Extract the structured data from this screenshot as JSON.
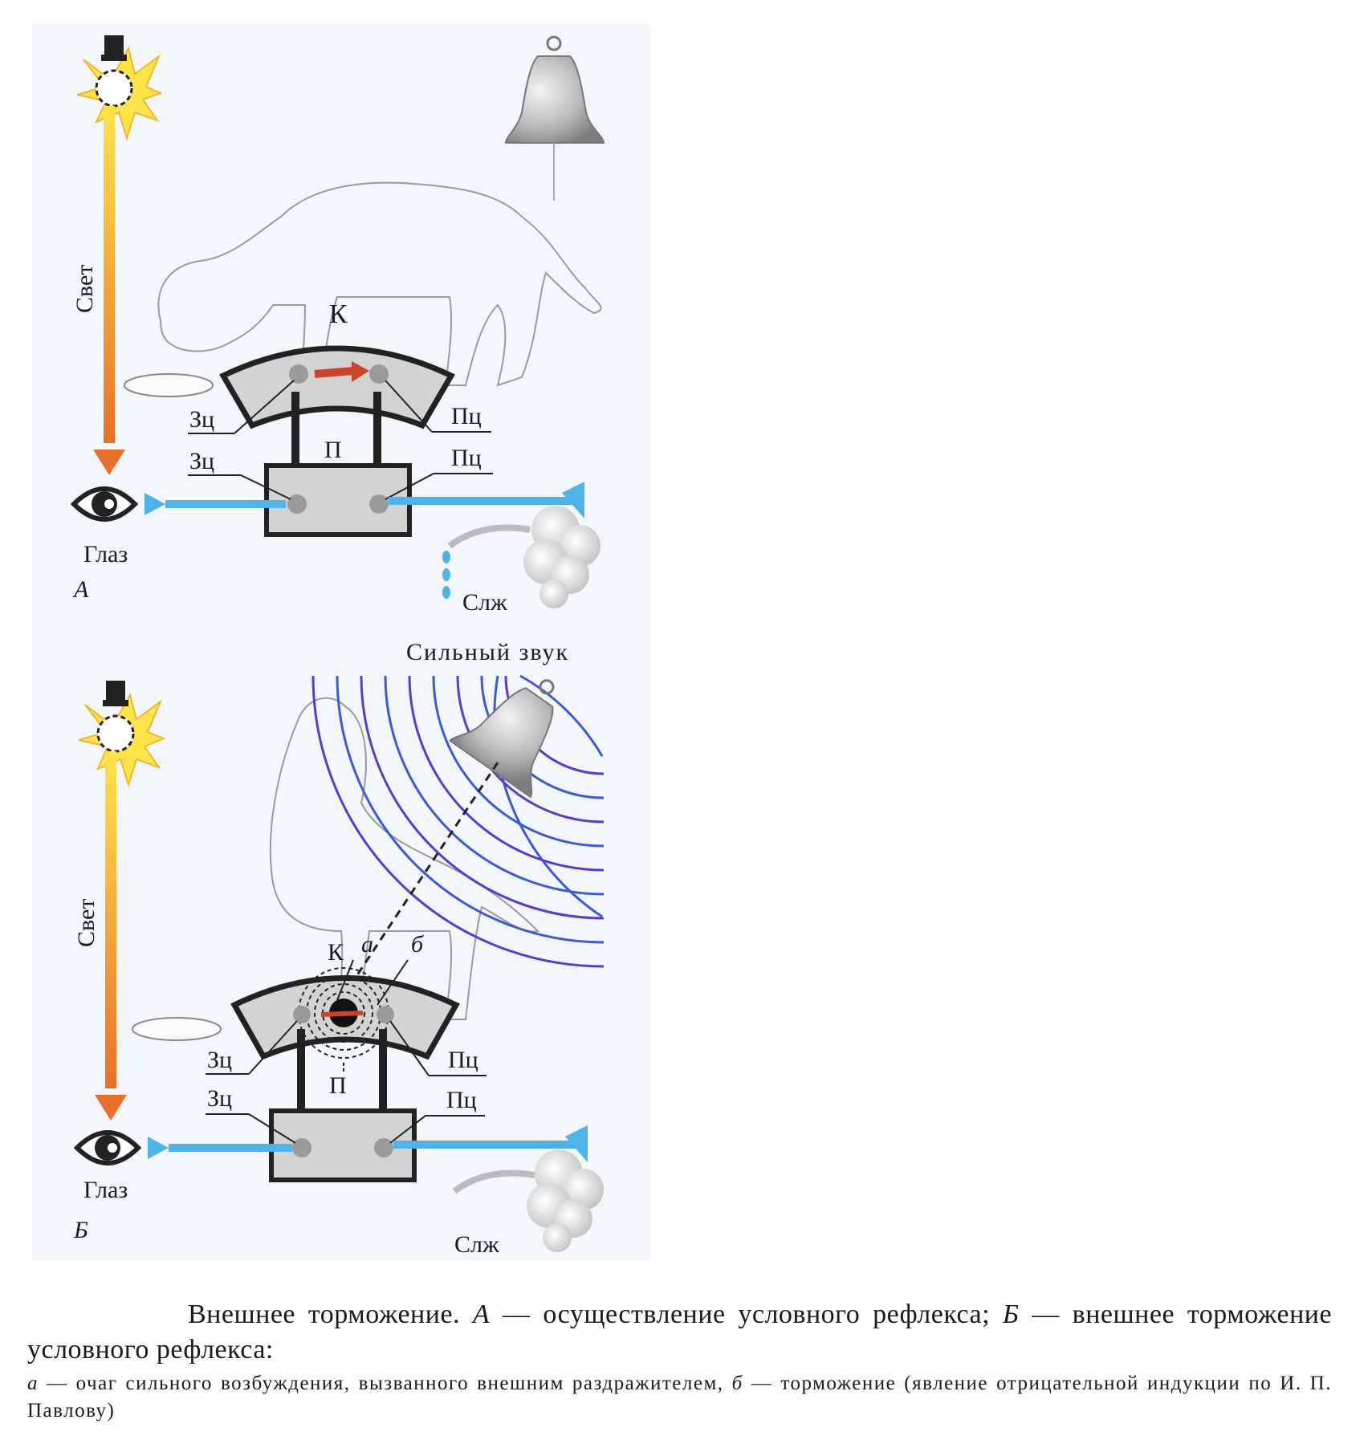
{
  "panel_a": {
    "letter": "А",
    "light_label": "Свет",
    "eye_label": "Глаз",
    "cortex_label": "К",
    "subcortex_label": "П",
    "visual_center_upper": "Зц",
    "visual_center_lower": "Зц",
    "food_center_upper": "Пц",
    "food_center_lower": "Пц",
    "salivary_label": "Слж"
  },
  "panel_b": {
    "letter": "Б",
    "sound_label": "Сильный звук",
    "light_label": "Свет",
    "eye_label": "Глаз",
    "cortex_label": "К",
    "subcortex_label": "П",
    "focus_a": "а",
    "focus_b": "б",
    "visual_center_upper": "Зц",
    "visual_center_lower": "Зц",
    "food_center_upper": "Пц",
    "food_center_lower": "Пц",
    "salivary_label": "Слж"
  },
  "caption": {
    "title": "Внешнее торможение.",
    "a_letter": "А",
    "a_text": "— осуществление условного рефлекса;",
    "b_letter": "Б",
    "b_text": "— внешнее торможение условного рефлекса:",
    "note_a_letter": "а",
    "note_a_text": "— очаг сильного возбуждения, вызванного внешним раздражителем,",
    "note_b_letter": "б",
    "note_b_text": "— торможение (явление отрицательной индукции по И. П. Павлову)"
  },
  "colors": {
    "light_ray": "#f29a2e",
    "nerve_path": "#4fb3e8",
    "sound_wave": "#3b5bd6",
    "excitation_arrow": "#c8452c",
    "block_fill": "#d3d3d3",
    "lamp_glow": "#ffe44a"
  }
}
